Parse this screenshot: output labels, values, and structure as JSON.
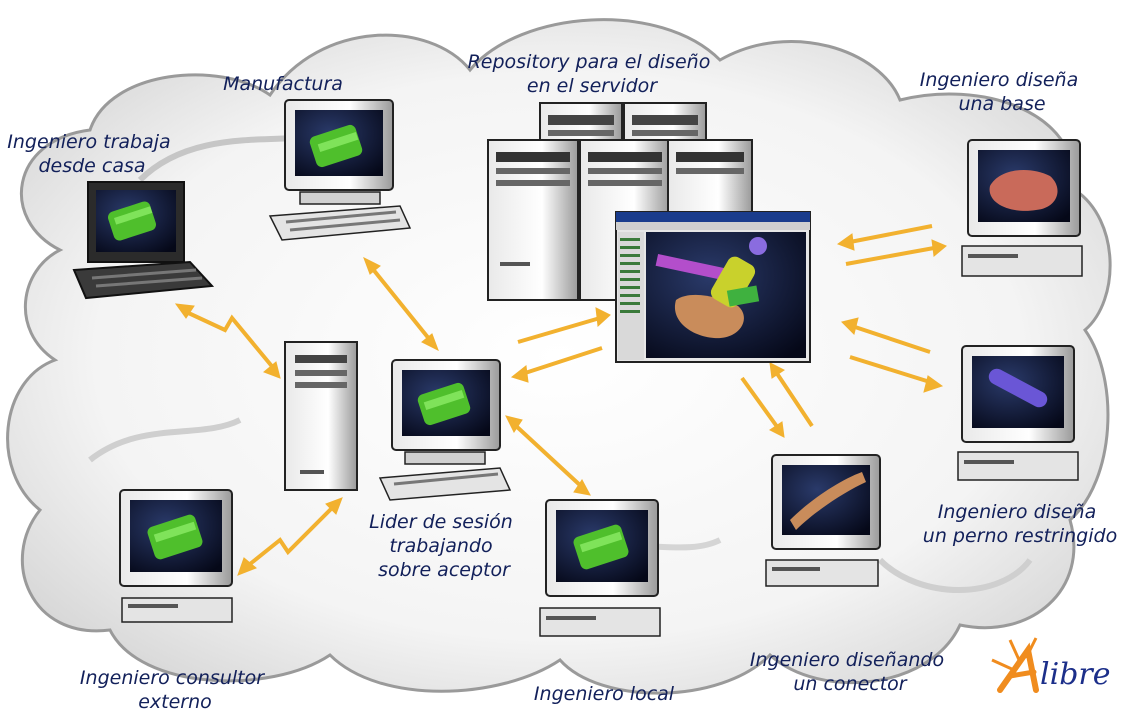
{
  "colors": {
    "cloud": "#a9a9a9",
    "cloud_edge": "#7a7a7a",
    "arrow": "#f2b12f",
    "label": "#12205a",
    "part_green": "#4fbf2c",
    "part_brown": "#c98c5b",
    "part_purple": "#6a56d6",
    "logo_blue": "#1c2f8a",
    "logo_orange": "#f08c1e"
  },
  "labels": {
    "manufacturing": [
      "Manufactura"
    ],
    "repository": [
      "Repository para el diseño",
      "en el servidor"
    ],
    "home_engineer": [
      "Ingeniero trabaja",
      "desde casa"
    ],
    "base_engineer": [
      "Ingeniero diseña",
      "una base"
    ],
    "session_leader": [
      "Lider de sesión",
      "trabajando",
      "sobre aceptor"
    ],
    "bolt_engineer": [
      "Ingeniero diseña",
      "un perno restringido"
    ],
    "consultant": [
      "Ingeniero consultor",
      "externo"
    ],
    "local_engineer": [
      "Ingeniero local"
    ],
    "connector_engineer": [
      "Ingeniero diseñando",
      "un conector"
    ]
  },
  "logo": {
    "text": "libre",
    "letter": "A"
  },
  "icons": [
    "laptop-icon",
    "desktop-computer-icon",
    "server-tower-icon",
    "cad-window-icon",
    "arrow-icon",
    "lightning-link-icon"
  ]
}
